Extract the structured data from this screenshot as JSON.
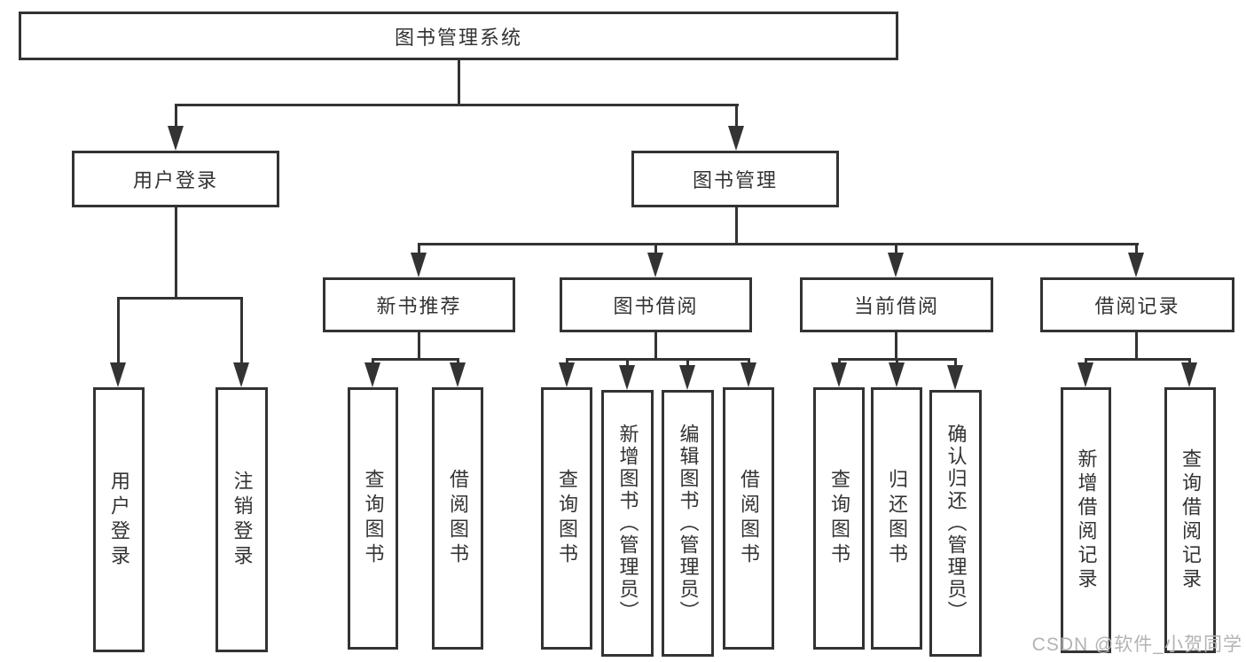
{
  "diagram": {
    "root": {
      "label": "图书管理系统"
    },
    "branches": {
      "user_login": {
        "label": "用户登录",
        "children": [
          {
            "label": "用户登录"
          },
          {
            "label": "注销登录"
          }
        ]
      },
      "book_mgmt": {
        "label": "图书管理",
        "groups": [
          {
            "label": "新书推荐",
            "children": [
              {
                "label": "查询图书"
              },
              {
                "label": "借阅图书"
              }
            ]
          },
          {
            "label": "图书借阅",
            "children": [
              {
                "label": "查询图书"
              },
              {
                "label": "新增图书（管理员）"
              },
              {
                "label": "编辑图书（管理员）"
              },
              {
                "label": "借阅图书"
              }
            ]
          },
          {
            "label": "当前借阅",
            "children": [
              {
                "label": "查询图书"
              },
              {
                "label": "归还图书"
              },
              {
                "label": "确认归还（管理员）"
              }
            ]
          },
          {
            "label": "借阅记录",
            "children": [
              {
                "label": "新增借阅记录"
              },
              {
                "label": "查询借阅记录"
              }
            ]
          }
        ]
      }
    }
  },
  "watermark": {
    "text": "CSDN @软件_小贺同学"
  },
  "colors": {
    "line": "#333333",
    "text": "#333333",
    "watermark": "#b3b3b3",
    "background": "#ffffff"
  }
}
